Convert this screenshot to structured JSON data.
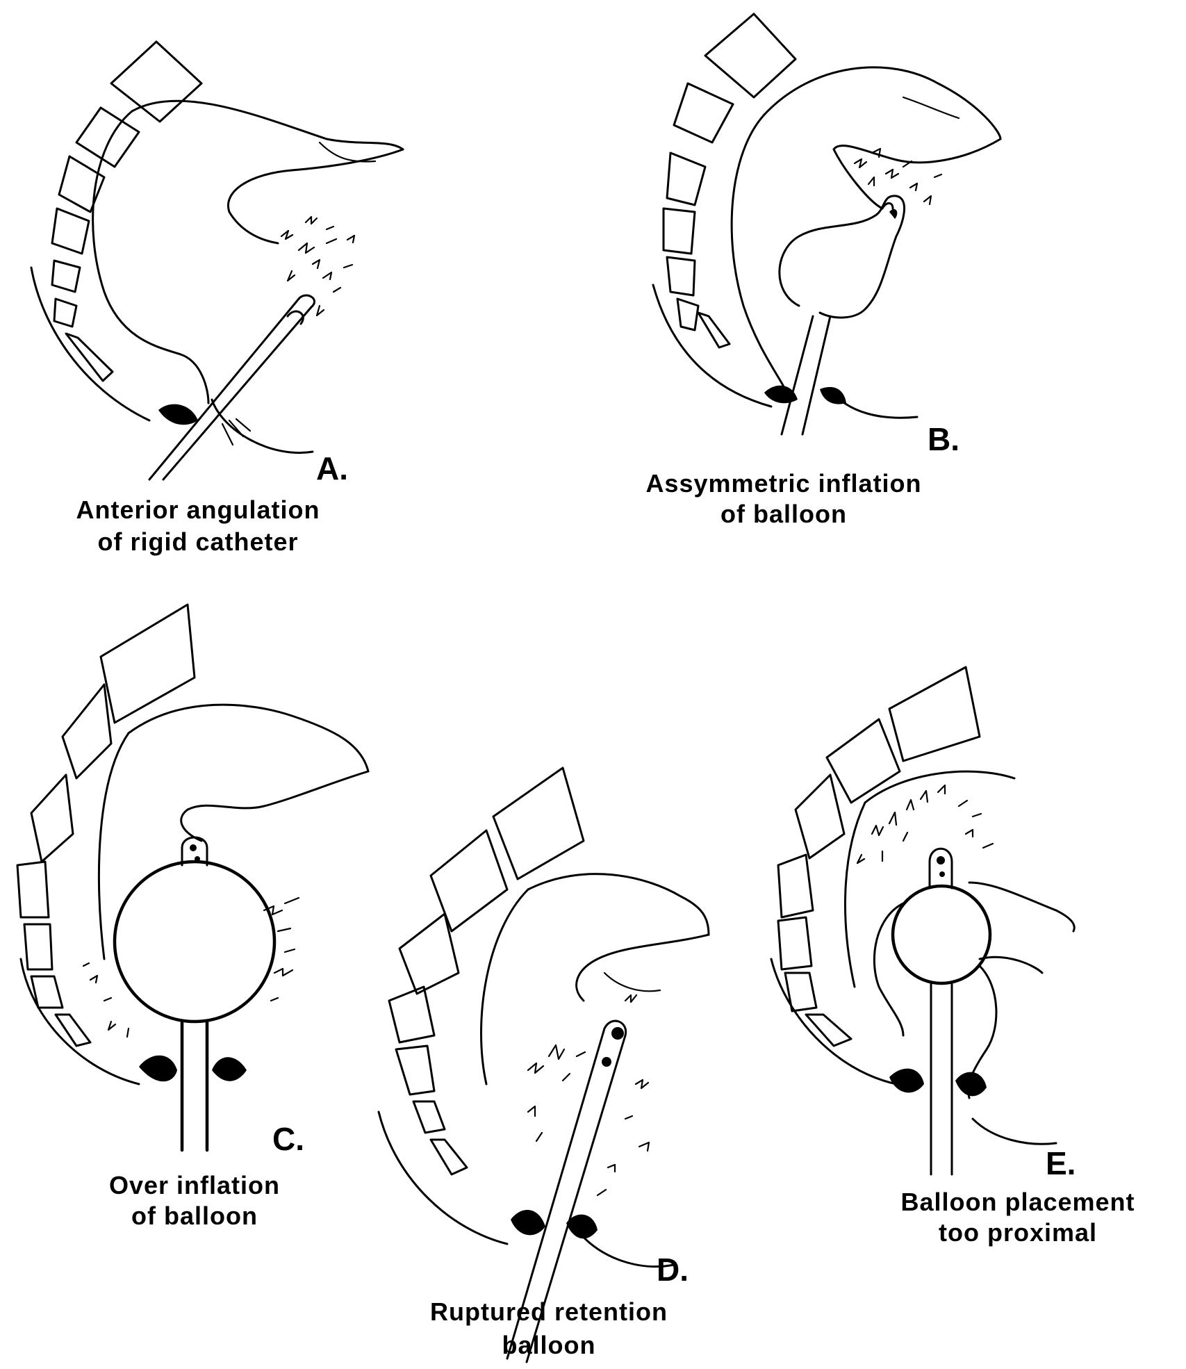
{
  "panels": [
    {
      "letter": "A.",
      "caption_lines": [
        "Anterior angulation",
        "of rigid catheter"
      ]
    },
    {
      "letter": "B.",
      "caption_lines": [
        "Assymmetric inflation",
        "of balloon"
      ]
    },
    {
      "letter": "C.",
      "caption_lines": [
        "Over inflation",
        "of balloon"
      ]
    },
    {
      "letter": "D.",
      "caption_lines": [
        "Ruptured retention",
        "balloon"
      ]
    },
    {
      "letter": "E.",
      "caption_lines": [
        "Balloon placement",
        "too proximal"
      ]
    }
  ]
}
